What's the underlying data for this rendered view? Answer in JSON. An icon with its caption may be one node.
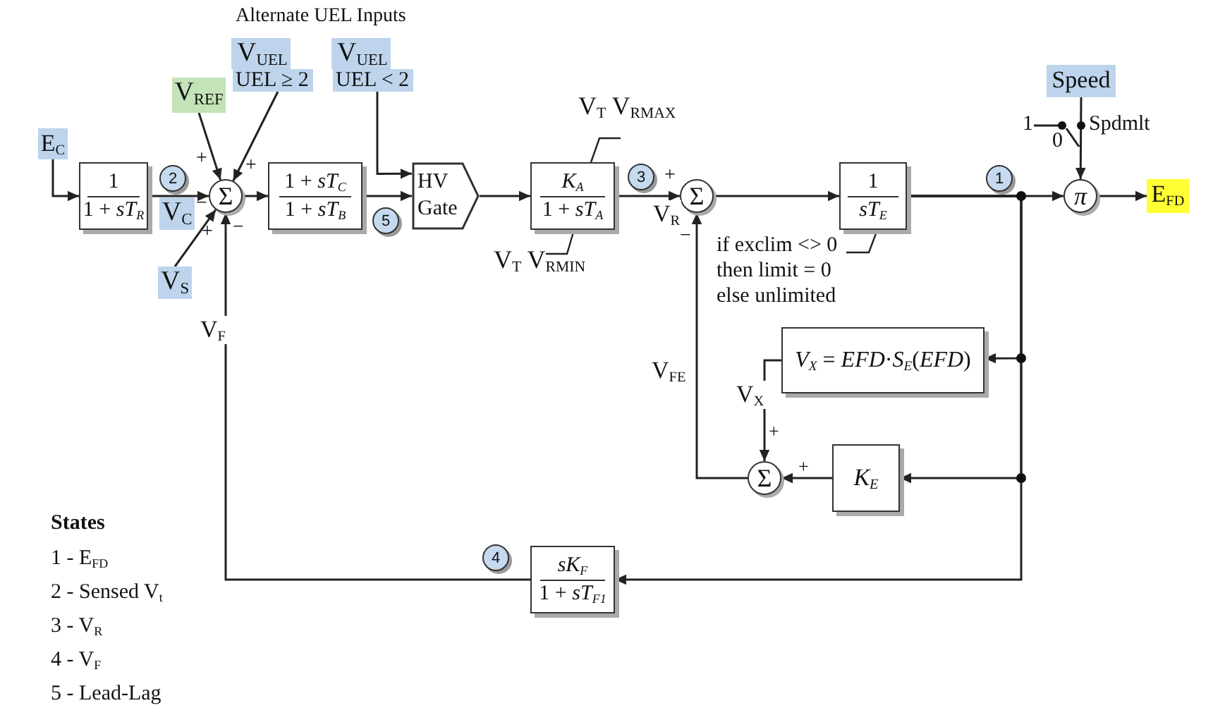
{
  "diagram": {
    "nodes": [
      {
        "text": [
          "E$_{C}$"
        ]
      },
      {
        "text": [
          "1",
          "1 + *sT*$_{R}$"
        ]
      },
      {
        "text": [
          "Σ"
        ]
      },
      {
        "text": [
          "V$_{REF}$"
        ]
      },
      {
        "text": [
          "V$_{UEL}$",
          "UEL ≥ 2"
        ]
      },
      {
        "text": [
          "V$_{S}$"
        ]
      },
      {
        "text": [
          "1 + *sT*$_{C}$",
          "1 + *sT*$_{B}$"
        ]
      },
      {
        "text": [
          "V$_{UEL}$",
          "UEL < 2"
        ]
      },
      {
        "text": [
          "HV Gate"
        ]
      },
      {
        "text": [
          "*K*$_{A}$",
          "1 + *sT*$_{A}$"
        ]
      },
      {
        "text": [
          "Σ"
        ]
      },
      {
        "text": [
          "1",
          "*sT*$_{E}$"
        ]
      },
      {
        "text": [
          "π"
        ]
      },
      {
        "text": [
          "E$_{FD}$"
        ]
      },
      {
        "text": [
          "Speed"
        ]
      },
      {
        "text": [
          "*V*$_{X}$ = *EFD*·*S*$_{E}$(*EFD*)"
        ]
      },
      {
        "text": [
          "Σ"
        ]
      },
      {
        "text": [
          "*K*$_{E}$"
        ]
      },
      {
        "text": [
          "*sK*$_{F}$",
          "1 + *sT*$_{F1}$"
        ]
      },
      {
        "text": [
          "2"
        ]
      },
      {
        "text": [
          "5"
        ]
      },
      {
        "text": [
          "3"
        ]
      },
      {
        "text": [
          "1"
        ]
      },
      {
        "text": [
          "4"
        ]
      },
      {
        "text": [
          "V$_{C}$"
        ]
      }
    ],
    "edges": [
      {
        "from": 0,
        "to": 1,
        "arrow": "to"
      },
      {
        "from": 1,
        "to": 2,
        "arrow": "to"
      },
      {
        "from": 3,
        "to": 2,
        "arrow": "to"
      },
      {
        "from": 4,
        "to": 2,
        "arrow": "to"
      },
      {
        "from": 5,
        "to": 2,
        "arrow": "to"
      },
      {
        "from": 18,
        "to": 2,
        "arrow": "to",
        "label": "V$_{F}$"
      },
      {
        "from": 2,
        "to": 6,
        "arrow": "to"
      },
      {
        "from": 6,
        "to": 8,
        "arrow": "to"
      },
      {
        "from": 7,
        "to": 8,
        "arrow": "to"
      },
      {
        "from": 8,
        "to": 9,
        "arrow": "to"
      },
      {
        "from": 9,
        "to": 10,
        "arrow": "to",
        "label": "V$_{R}$"
      },
      {
        "from": 10,
        "to": 11,
        "arrow": "to"
      },
      {
        "from": 11,
        "to": 12,
        "arrow": "to"
      },
      {
        "from": 12,
        "to": 13,
        "arrow": "to"
      },
      {
        "from": 14,
        "to": 12,
        "arrow": "to"
      },
      {
        "from": 11,
        "to": 15,
        "arrow": "to"
      },
      {
        "from": 11,
        "to": 17,
        "arrow": "to"
      },
      {
        "from": 11,
        "to": 18,
        "arrow": "to"
      },
      {
        "from": 15,
        "to": 16,
        "arrow": "to",
        "label": "V$_{X}$"
      },
      {
        "from": 17,
        "to": 16,
        "arrow": "to"
      },
      {
        "from": 16,
        "to": 10,
        "arrow": "to",
        "label": "V$_{FE}$"
      }
    ],
    "labels": [
      "Alternate UEL Inputs",
      "V$_{T}$ V$_{RMAX}$",
      "1",
      "Spdmlt",
      "0",
      "+",
      "+",
      "+",
      "−",
      "+",
      "−",
      "−",
      "V$_{T}$ V$_{RMIN}$",
      "if exclim <> 0 then limit = 0 else unlimited",
      "+",
      "+",
      "States",
      "1 - E$_{FD}$",
      "2 - Sensed V$_{t}$",
      "3 - V$_{R}$",
      "4 - V$_{F}$",
      "5 - Lead-Lag"
    ]
  }
}
